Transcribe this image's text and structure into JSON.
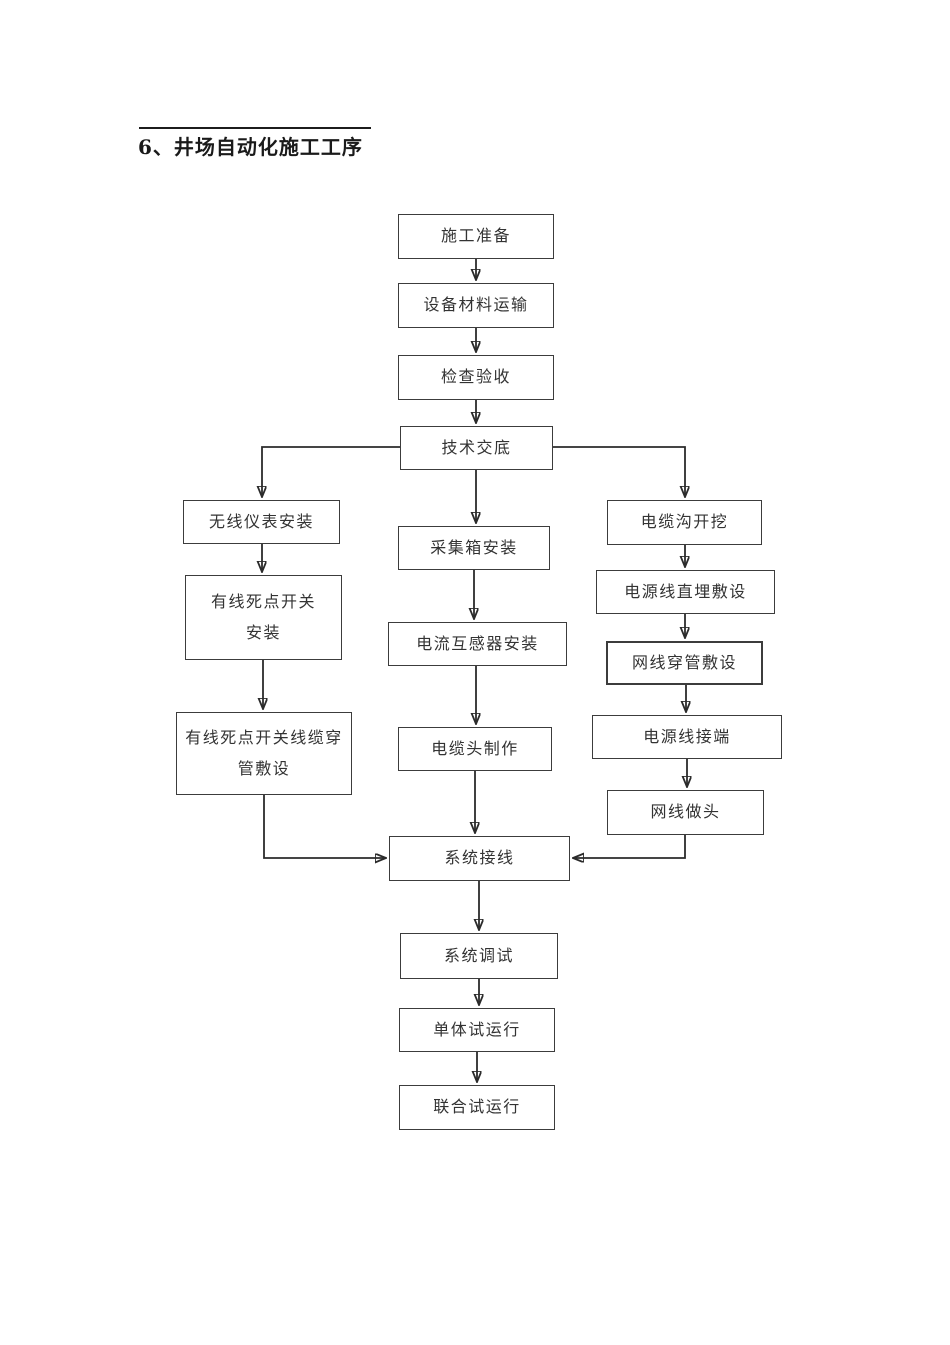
{
  "document": {
    "heading": "6、井场自动化施工工序"
  },
  "flowchart": {
    "nodes": [
      {
        "id": "construction-preparation",
        "label": "施工准备"
      },
      {
        "id": "equipment-material-transport",
        "label": "设备材料运输"
      },
      {
        "id": "inspection-acceptance",
        "label": "检查验收"
      },
      {
        "id": "technical-disclosure",
        "label": "技术交底"
      },
      {
        "id": "wireless-instrument-installation",
        "label": "无线仪表安装"
      },
      {
        "id": "collection-box-installation",
        "label": "采集箱安装"
      },
      {
        "id": "cable-trench-excavation",
        "label": "电缆沟开挖"
      },
      {
        "id": "wired-dead-point-switch-installation",
        "label": "有线死点开关安装"
      },
      {
        "id": "power-line-direct-burial",
        "label": "电源线直埋敷设"
      },
      {
        "id": "current-transformer-installation",
        "label": "电流互感器安装"
      },
      {
        "id": "network-cable-conduit-laying",
        "label": "网线穿管敷设"
      },
      {
        "id": "wired-dead-point-switch-cable-conduit",
        "label": "有线死点开关线缆穿管敷设"
      },
      {
        "id": "cable-head-fabrication",
        "label": "电缆头制作"
      },
      {
        "id": "power-line-termination",
        "label": "电源线接端"
      },
      {
        "id": "network-cable-head-making",
        "label": "网线做头"
      },
      {
        "id": "system-wiring",
        "label": "系统接线"
      },
      {
        "id": "system-commissioning",
        "label": "系统调试"
      },
      {
        "id": "individual-trial-run",
        "label": "单体试运行"
      },
      {
        "id": "joint-trial-run",
        "label": "联合试运行"
      }
    ],
    "edges": [
      {
        "from": "construction-preparation",
        "to": "equipment-material-transport"
      },
      {
        "from": "equipment-material-transport",
        "to": "inspection-acceptance"
      },
      {
        "from": "inspection-acceptance",
        "to": "technical-disclosure"
      },
      {
        "from": "technical-disclosure",
        "to": "wireless-instrument-installation"
      },
      {
        "from": "technical-disclosure",
        "to": "collection-box-installation"
      },
      {
        "from": "technical-disclosure",
        "to": "cable-trench-excavation"
      },
      {
        "from": "wireless-instrument-installation",
        "to": "wired-dead-point-switch-installation"
      },
      {
        "from": "wired-dead-point-switch-installation",
        "to": "wired-dead-point-switch-cable-conduit"
      },
      {
        "from": "wired-dead-point-switch-cable-conduit",
        "to": "system-wiring"
      },
      {
        "from": "collection-box-installation",
        "to": "current-transformer-installation"
      },
      {
        "from": "current-transformer-installation",
        "to": "cable-head-fabrication"
      },
      {
        "from": "cable-head-fabrication",
        "to": "system-wiring"
      },
      {
        "from": "cable-trench-excavation",
        "to": "power-line-direct-burial"
      },
      {
        "from": "power-line-direct-burial",
        "to": "network-cable-conduit-laying"
      },
      {
        "from": "network-cable-conduit-laying",
        "to": "power-line-termination"
      },
      {
        "from": "power-line-termination",
        "to": "network-cable-head-making"
      },
      {
        "from": "network-cable-head-making",
        "to": "system-wiring"
      },
      {
        "from": "system-wiring",
        "to": "system-commissioning"
      },
      {
        "from": "system-commissioning",
        "to": "individual-trial-run"
      },
      {
        "from": "individual-trial-run",
        "to": "joint-trial-run"
      }
    ]
  },
  "colors": {
    "background": "#ffffff",
    "box_border": "#3c3c3c",
    "line": "#2b2b2b",
    "text": "#333333"
  }
}
